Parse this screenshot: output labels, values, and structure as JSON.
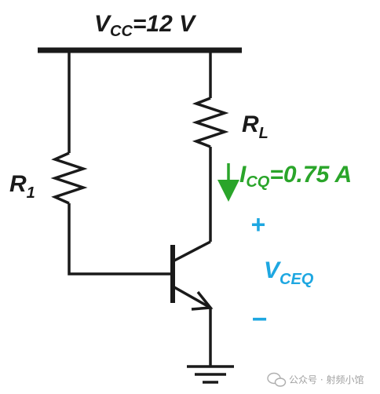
{
  "supply": {
    "symbol": "V",
    "subscript": "CC",
    "value": "=12 V"
  },
  "resistor_r1": {
    "symbol": "R",
    "subscript": "1"
  },
  "resistor_rl": {
    "symbol": "R",
    "subscript": "L"
  },
  "collector_current": {
    "symbol": "I",
    "subscript": "CQ",
    "value": "=0.75 A"
  },
  "vce": {
    "plus": "+",
    "symbol": "V",
    "subscript": "CEQ",
    "minus": "−"
  },
  "watermark": {
    "text": "公众号 · 射频小馆"
  },
  "colors": {
    "wire": "#1a1a1a",
    "current": "#2aa52a",
    "voltage": "#1ea7e1"
  }
}
